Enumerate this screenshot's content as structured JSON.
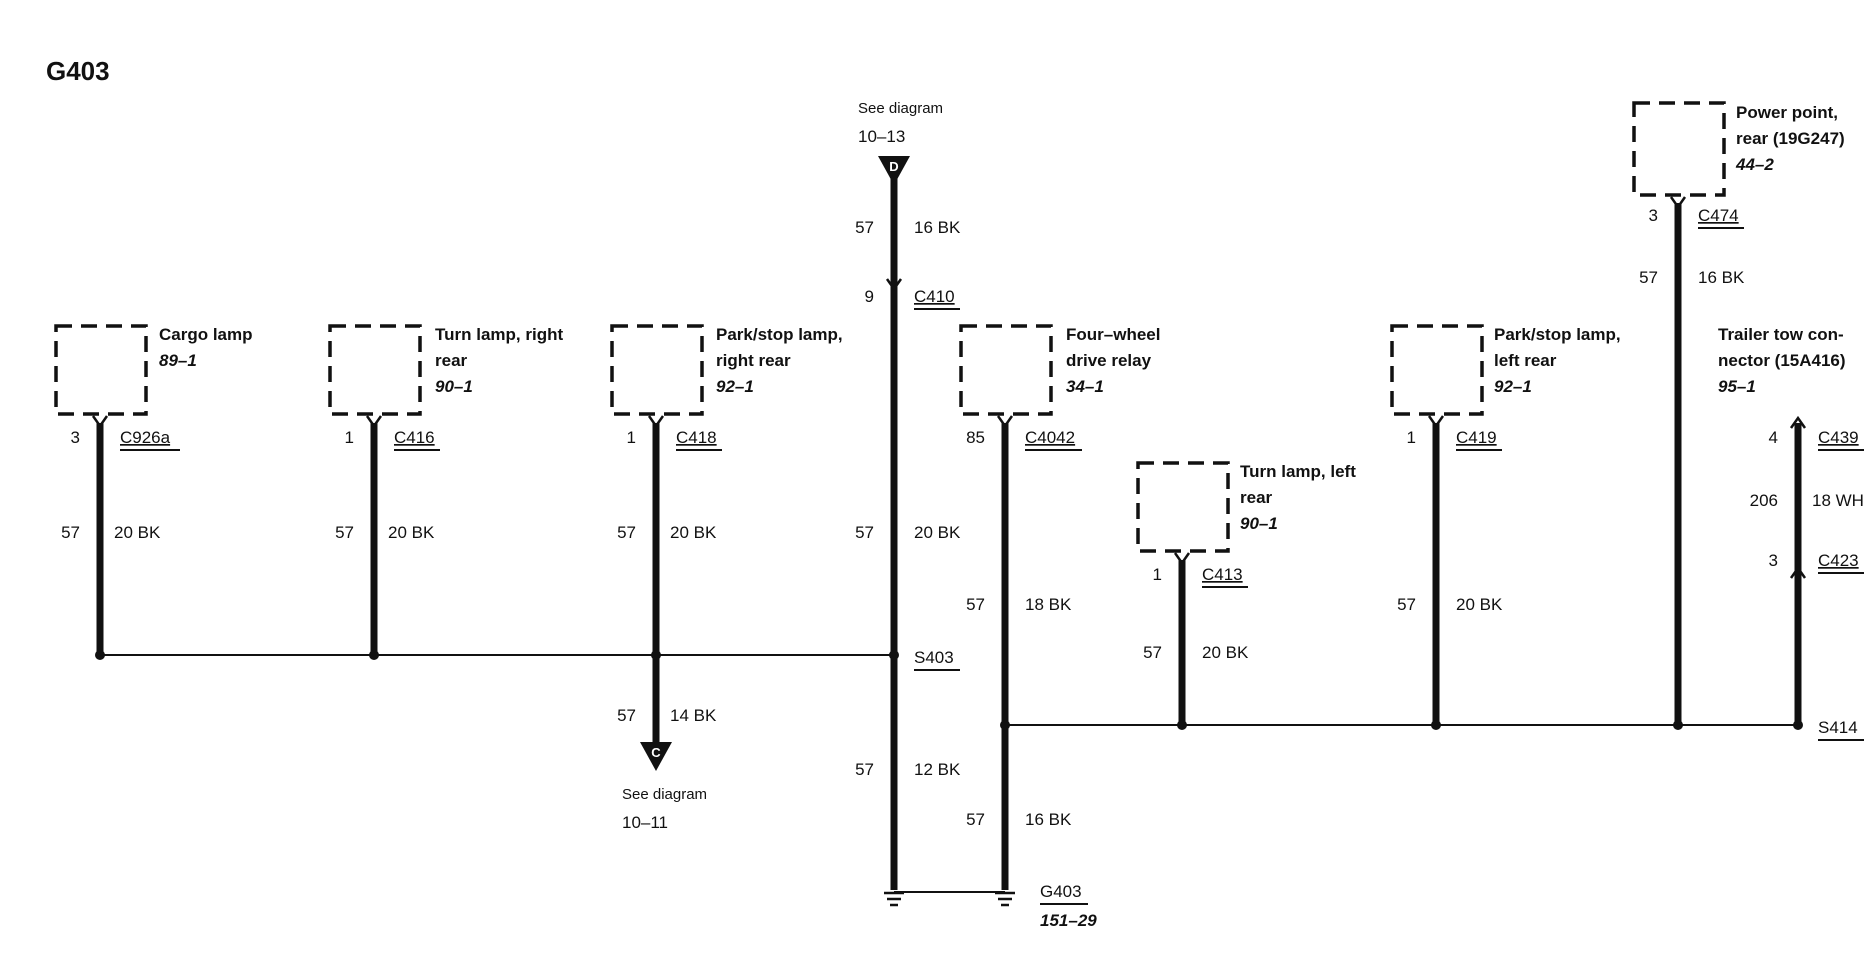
{
  "title": "G403",
  "see_top": {
    "text": "See diagram",
    "page": "10–13",
    "letter": "D"
  },
  "see_bottom": {
    "text": "See diagram",
    "page": "10–11",
    "letter": "C"
  },
  "components": {
    "cargo": {
      "line1": "Cargo lamp",
      "line2": "",
      "ref": "89–1"
    },
    "turn_rr": {
      "line1": "Turn lamp, right",
      "line2": "rear",
      "ref": "90–1"
    },
    "park_rr": {
      "line1": "Park/stop lamp,",
      "line2": "right rear",
      "ref": "92–1"
    },
    "fwd_relay": {
      "line1": "Four–wheel",
      "line2": "drive relay",
      "ref": "34–1"
    },
    "turn_lr": {
      "line1": "Turn lamp, left",
      "line2": "rear",
      "ref": "90–1"
    },
    "park_lr": {
      "line1": "Park/stop lamp,",
      "line2": "left rear",
      "ref": "92–1"
    },
    "power_point": {
      "line1": "Power point,",
      "line2": "rear (19G247)",
      "ref": "44–2"
    },
    "trailer": {
      "line1": "Trailer tow con-",
      "line2": "nector (15A416)",
      "ref": "95–1"
    }
  },
  "connectors": {
    "c926a": {
      "pin": "3",
      "name": "C926a"
    },
    "c416": {
      "pin": "1",
      "name": "C416"
    },
    "c418": {
      "pin": "1",
      "name": "C418"
    },
    "c410": {
      "pin": "9",
      "name": "C410"
    },
    "c4042": {
      "pin": "85",
      "name": "C4042"
    },
    "c413": {
      "pin": "1",
      "name": "C413"
    },
    "c419": {
      "pin": "1",
      "name": "C419"
    },
    "c474": {
      "pin": "3",
      "name": "C474"
    },
    "c439": {
      "pin": "4",
      "name": "C439"
    },
    "c423": {
      "pin": "3",
      "name": "C423"
    }
  },
  "wires": {
    "w_top": {
      "circuit": "57",
      "spec": "16 BK"
    },
    "w_cargo": {
      "circuit": "57",
      "spec": "20 BK"
    },
    "w_turn_rr": {
      "circuit": "57",
      "spec": "20 BK"
    },
    "w_park_rr": {
      "circuit": "57",
      "spec": "20 BK"
    },
    "w_c410": {
      "circuit": "57",
      "spec": "20 BK"
    },
    "w_relay": {
      "circuit": "57",
      "spec": "18 BK"
    },
    "w_turn_lr": {
      "circuit": "57",
      "spec": "20 BK"
    },
    "w_park_lr": {
      "circuit": "57",
      "spec": "20 BK"
    },
    "w_power": {
      "circuit": "57",
      "spec": "16 BK"
    },
    "w_trailer": {
      "circuit": "206",
      "spec": "18 WH"
    },
    "w_c14": {
      "circuit": "57",
      "spec": "14 BK"
    },
    "w_g12": {
      "circuit": "57",
      "spec": "12 BK"
    },
    "w_g16": {
      "circuit": "57",
      "spec": "16 BK"
    }
  },
  "splices": {
    "s403": "S403",
    "s414": "S414"
  },
  "ground": {
    "name": "G403",
    "ref": "151–29"
  }
}
